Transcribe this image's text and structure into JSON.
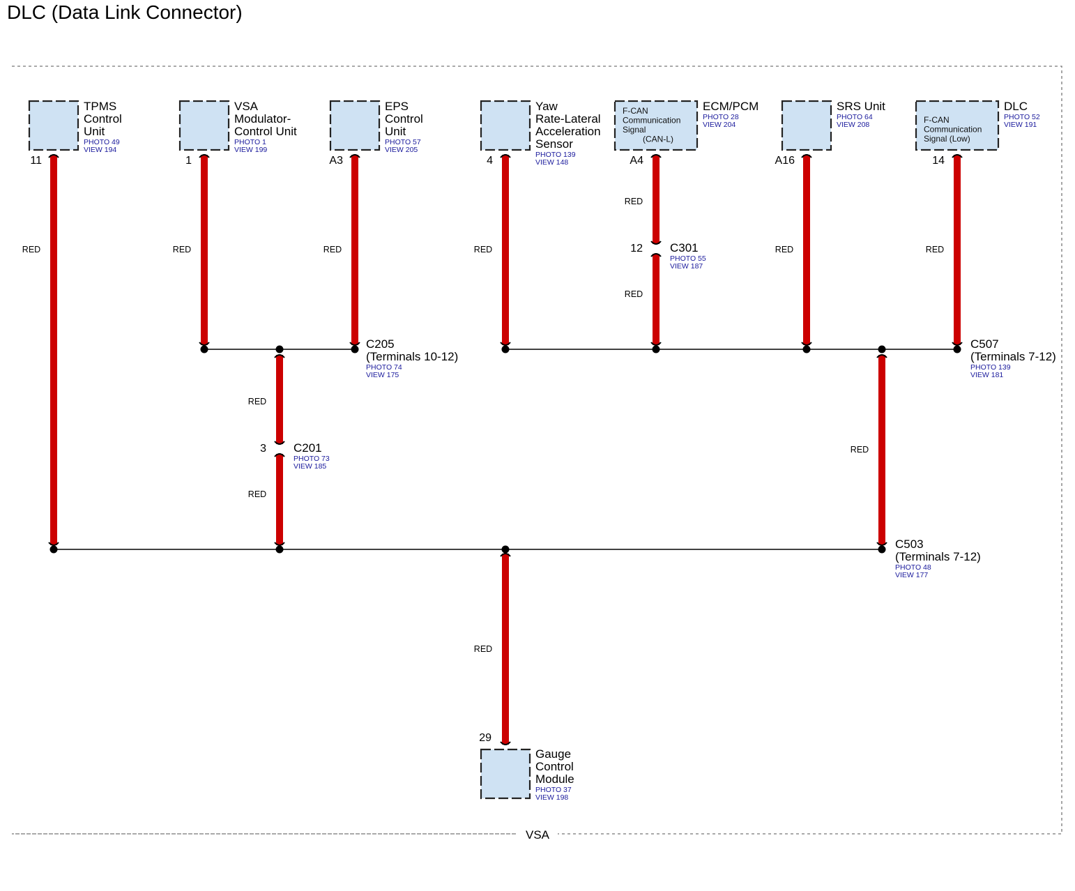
{
  "title": "DLC (Data Link Connector)",
  "frame_label": "VSA",
  "wire_color_label": "RED",
  "colors": {
    "wire": "#cc0000",
    "component_fill": "#cfe2f3",
    "reference_text": "#1a1a9c"
  },
  "components": [
    {
      "id": "tpms",
      "name_lines": [
        "TPMS",
        "Control",
        "Unit"
      ],
      "refs": [
        "PHOTO 49",
        "VIEW 194"
      ],
      "pin": "11",
      "inner": []
    },
    {
      "id": "vsa",
      "name_lines": [
        "VSA",
        "Modulator-",
        "Control Unit"
      ],
      "refs": [
        "PHOTO 1",
        "VIEW 199"
      ],
      "pin": "1",
      "inner": []
    },
    {
      "id": "eps",
      "name_lines": [
        "EPS",
        "Control",
        "Unit"
      ],
      "refs": [
        "PHOTO 57",
        "VIEW 205"
      ],
      "pin": "A3",
      "inner": []
    },
    {
      "id": "yaw",
      "name_lines": [
        "Yaw",
        "Rate-Lateral",
        "Acceleration",
        "Sensor"
      ],
      "refs": [
        "PHOTO 139",
        "VIEW 148"
      ],
      "pin": "4",
      "inner": []
    },
    {
      "id": "ecm",
      "name_lines": [
        "ECM/PCM"
      ],
      "refs": [
        "PHOTO 28",
        "VIEW 204"
      ],
      "pin": "A4",
      "inner": [
        "F-CAN",
        "Communication",
        "Signal",
        "(CAN-L)"
      ]
    },
    {
      "id": "srs",
      "name_lines": [
        "SRS Unit"
      ],
      "refs": [
        "PHOTO 64",
        "VIEW 208"
      ],
      "pin": "A16",
      "inner": []
    },
    {
      "id": "dlc",
      "name_lines": [
        "DLC"
      ],
      "refs": [
        "PHOTO 52",
        "VIEW 191"
      ],
      "pin": "14",
      "inner": [
        "F-CAN",
        "Communication",
        "Signal (Low)"
      ]
    },
    {
      "id": "gauge",
      "name_lines": [
        "Gauge",
        "Control",
        "Module"
      ],
      "refs": [
        "PHOTO 37",
        "VIEW 198"
      ],
      "pin": "29",
      "inner": []
    }
  ],
  "connectors": [
    {
      "id": "c205",
      "name_lines": [
        "C205",
        "(Terminals 10-12)"
      ],
      "refs": [
        "PHOTO 74",
        "VIEW 175"
      ]
    },
    {
      "id": "c507",
      "name_lines": [
        "C507",
        "(Terminals 7-12)"
      ],
      "refs": [
        "PHOTO 139",
        "VIEW 181"
      ]
    },
    {
      "id": "c503",
      "name_lines": [
        "C503",
        "(Terminals 7-12)"
      ],
      "refs": [
        "PHOTO 48",
        "VIEW 177"
      ]
    },
    {
      "id": "c301",
      "name_lines": [
        "C301"
      ],
      "refs": [
        "PHOTO 55",
        "VIEW 187"
      ],
      "pin": "12"
    },
    {
      "id": "c201",
      "name_lines": [
        "C201"
      ],
      "refs": [
        "PHOTO 73",
        "VIEW 185"
      ],
      "pin": "3"
    }
  ]
}
